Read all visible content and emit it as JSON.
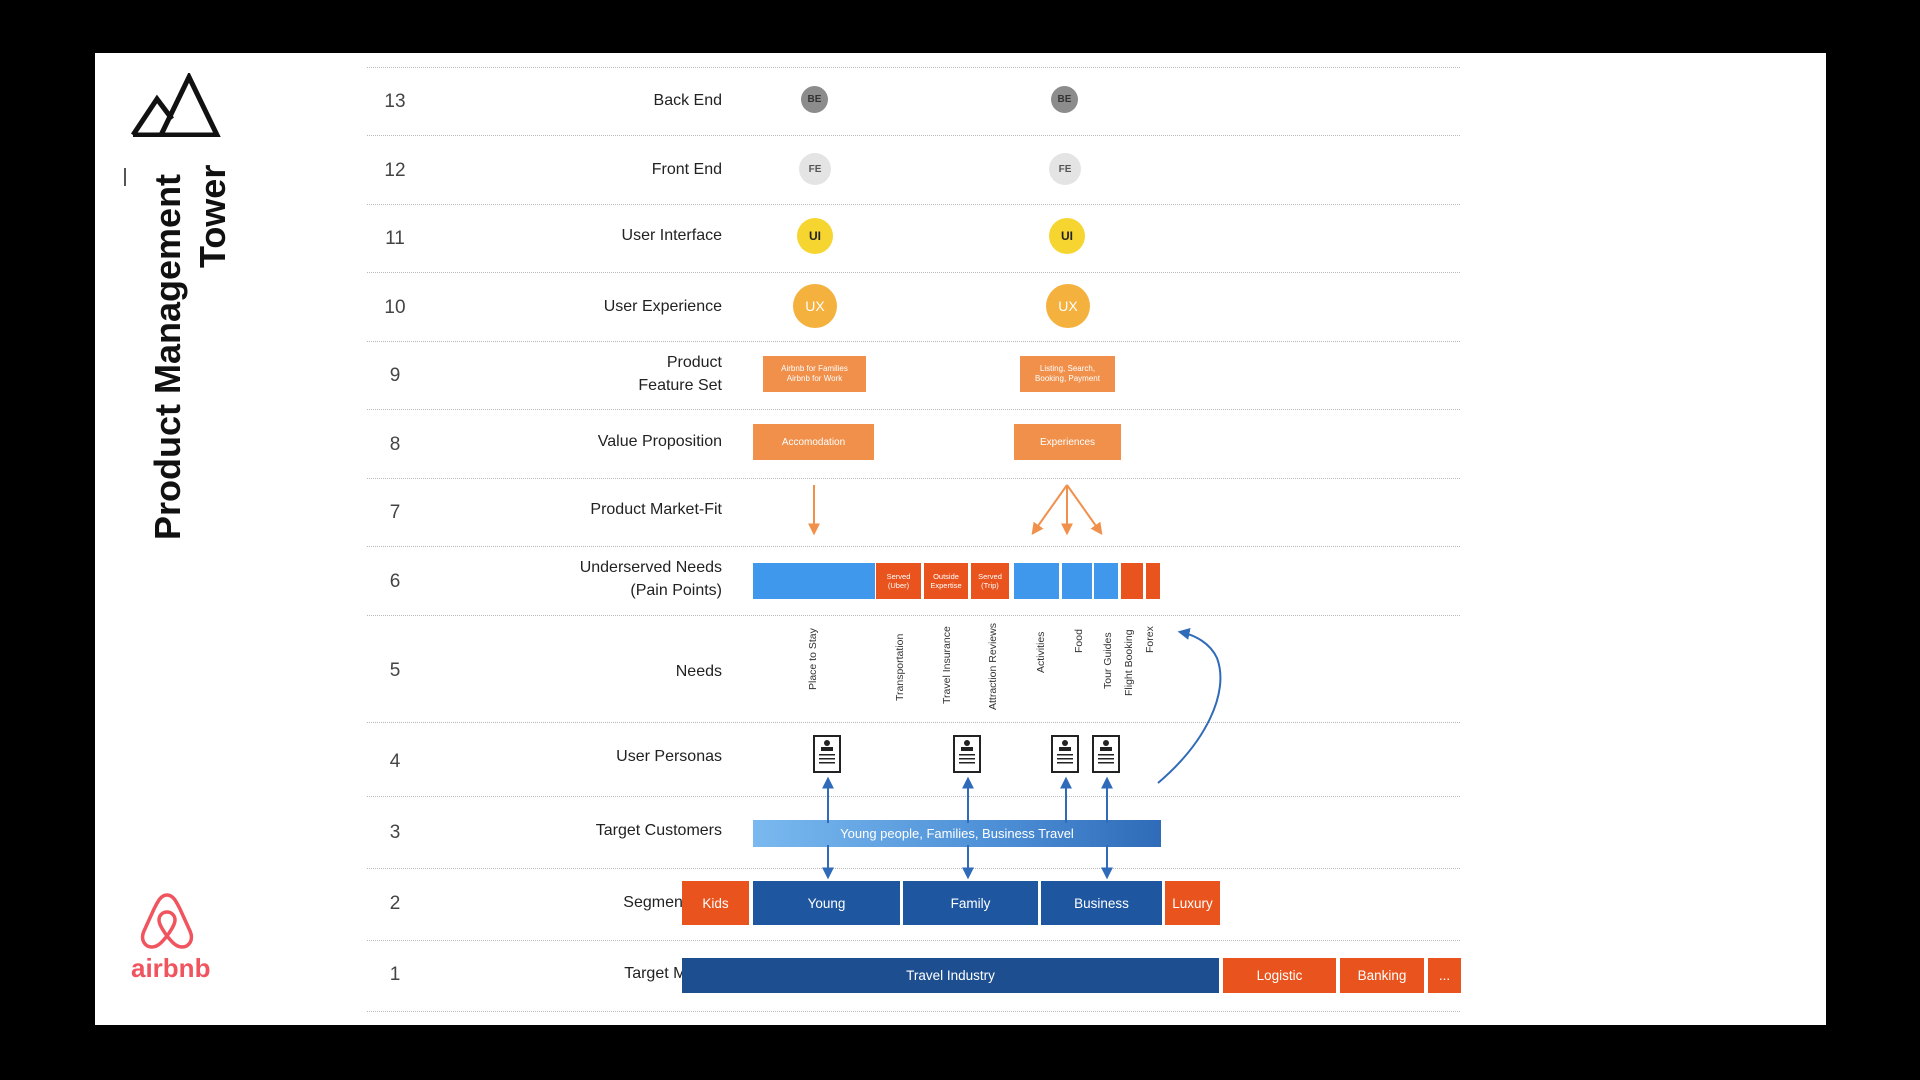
{
  "brand": {
    "title_line1": "Product Management",
    "title_line2": "Tower",
    "airbnb_wordmark": "airbnb",
    "logo_icon": "mountain-icon",
    "airbnb_icon": "airbnb-belo-icon"
  },
  "colors": {
    "orange": "#f0904b",
    "red_orange": "#e9541e",
    "blue": "#3f98ec",
    "navy": "#1e56a0",
    "dark_navy": "#1d4e8f",
    "light_blue": "#7ab9ef",
    "yellow": "#f7d531",
    "ux_orange": "#f4b13d",
    "airbnb": "#f0545e"
  },
  "rows": [
    {
      "num": "13",
      "label": "Back End"
    },
    {
      "num": "12",
      "label": "Front End"
    },
    {
      "num": "11",
      "label": "User Interface"
    },
    {
      "num": "10",
      "label": "User Experience"
    },
    {
      "num": "9",
      "label": "Product\nFeature Set"
    },
    {
      "num": "8",
      "label": "Value Proposition"
    },
    {
      "num": "7",
      "label": "Product Market-Fit"
    },
    {
      "num": "6",
      "label": "Underserved Needs\n(Pain Points)"
    },
    {
      "num": "5",
      "label": "Needs"
    },
    {
      "num": "4",
      "label": "User Personas"
    },
    {
      "num": "3",
      "label": "Target Customers"
    },
    {
      "num": "2",
      "label": "Segmentation"
    },
    {
      "num": "1",
      "label": "Target Market"
    }
  ],
  "tech": {
    "be": "BE",
    "fe": "FE",
    "ui": "UI",
    "ux": "UX"
  },
  "features": {
    "left": "Airbnb for Families\nAirbnb for Work",
    "right": "Listing, Search,\nBooking, Payment"
  },
  "value_props": {
    "left": "Accomodation",
    "right": "Experiences"
  },
  "pain_points": {
    "served_uber": "Served\n(Uber)",
    "outside_expertise": "Outside\nExpertise",
    "served_trip": "Served\n(Trip)"
  },
  "needs": [
    "Place to Stay",
    "Transportation",
    "Travel Insurance",
    "Attraction Reviews",
    "Activities",
    "Food",
    "Tour Guides",
    "Flight Booking",
    "Forex"
  ],
  "target_customers": "Young people, Families, Business Travel",
  "segments": [
    "Kids",
    "Young",
    "Family",
    "Business",
    "Luxury"
  ],
  "markets": [
    "Travel Industry",
    "Logistic",
    "Banking",
    "..."
  ]
}
